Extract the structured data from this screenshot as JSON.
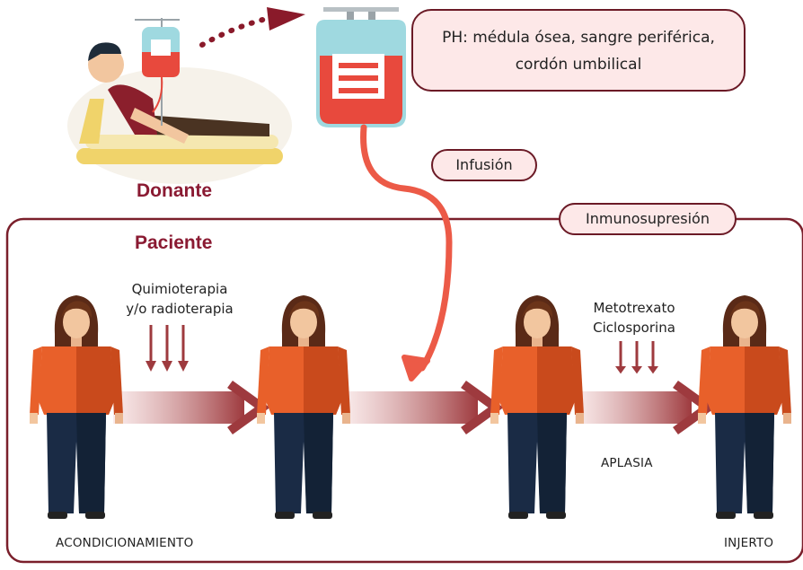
{
  "donor": {
    "label": "Donante"
  },
  "patient": {
    "label": "Paciente"
  },
  "sources_note": {
    "line1": "PH: médula ósea, sangre periférica,",
    "line2": "cordón umbilical"
  },
  "infusion": {
    "label": "Infusión"
  },
  "immunosuppression": {
    "label": "Inmunosupresión"
  },
  "conditioning_therapy": {
    "line1": "Quimioterapia",
    "line2": "y/o radioterapia"
  },
  "drugs": {
    "line1": "Metotrexato",
    "line2": "Ciclosporina"
  },
  "stages": {
    "conditioning": "ACONDICIONAMIENTO",
    "aplasia": "APLASIA",
    "graft": "INJERTO"
  },
  "colors": {
    "frame": "#7a1f2b",
    "title": "#8a1a32",
    "pill_fill": "#fde8e8",
    "infusion_line": "#ec5a47",
    "blood": "#e8493d",
    "bag": "#9fd9e0",
    "shirt": "#e8602a",
    "pants": "#1a2b45",
    "arrow": "#9e3a3e"
  }
}
